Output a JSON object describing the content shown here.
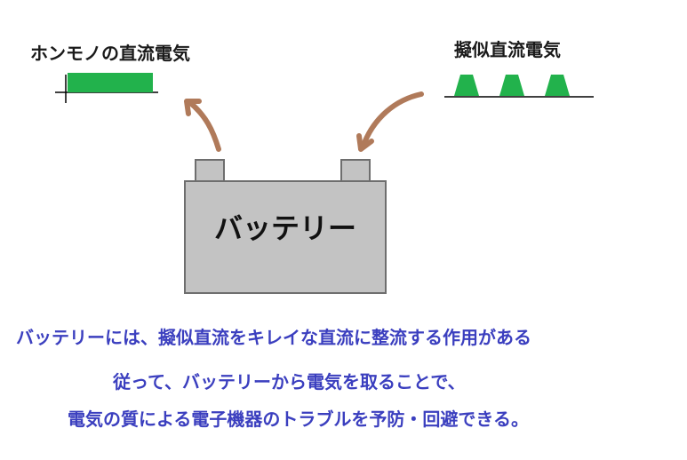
{
  "labels": {
    "real_dc": "ホンモノの直流電気",
    "pseudo_dc": "擬似直流電気",
    "battery": "バッテリー"
  },
  "captions": [
    "バッテリーには、擬似直流をキレイな直流に整流する作用がある",
    "従って、バッテリーから電気を取ることで、",
    "電気の質による電子機器のトラブルを予防・回避できる。"
  ],
  "colors": {
    "signal_green": "#22b24c",
    "arrow_brown": "#b07a5a",
    "battery_fill": "#c3c3c3",
    "battery_stroke": "#6e6e6e",
    "caption_blue": "#3b3fbf"
  },
  "icons": {
    "left_arrow": "curved-arrow-up-left-icon",
    "right_arrow": "curved-arrow-down-left-icon"
  }
}
